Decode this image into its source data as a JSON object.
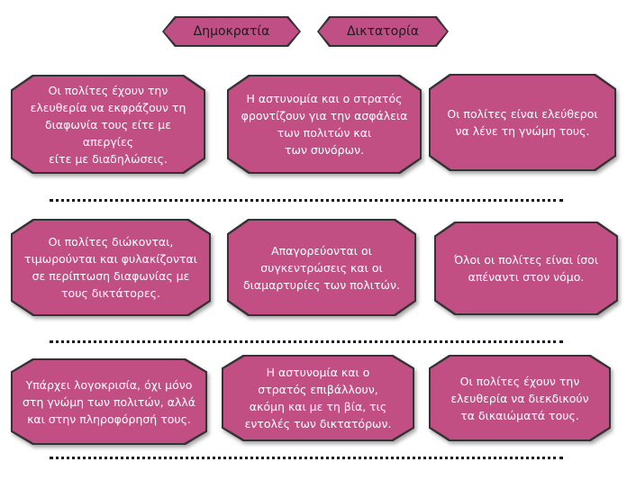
{
  "headers": {
    "democracy": "Δημοκρατία",
    "dictatorship": "Δικτατορία"
  },
  "colors": {
    "card_fill": "#c24f84",
    "card_border": "#333333",
    "separator": "#1a1a1a"
  },
  "rows": [
    {
      "cards": [
        "Οι πολίτες έχουν την\nελευθερία να εκφράζουν τη\nδιαφωνία τους είτε με απεργίες\nείτε με διαδηλώσεις.",
        "Η αστυνομία και ο στρατός\nφροντίζουν για την ασφάλεια\nτων πολιτών και\nτων συνόρων.",
        "Οι πολίτες είναι ελεύθεροι\nνα λένε τη γνώμη τους."
      ]
    },
    {
      "cards": [
        "Οι πολίτες διώκονται,\nτιμωρούνται και φυλακίζονται\nσε περίπτωση διαφωνίας με\nτους δικτάτορες.",
        "Απαγορεύονται οι\nσυγκεντρώσεις και οι\nδιαμαρτυρίες των πολιτών.",
        "Όλοι οι πολίτες είναι ίσοι\nαπέναντι στον νόμο."
      ]
    },
    {
      "cards": [
        "Υπάρχει λογοκρισία, όχι μόνο\nστη γνώμη των πολιτών, αλλά\nκαι στην πληροφόρησή τους.",
        "Η αστυνομία και ο\nστρατός επιβάλλουν,\nακόμη και με τη βία, τις\nεντολές των δικτατόρων.",
        "Οι πολίτες έχουν την\nελευθερία να διεκδικούν\nτα δικαιώματά τους."
      ]
    }
  ]
}
